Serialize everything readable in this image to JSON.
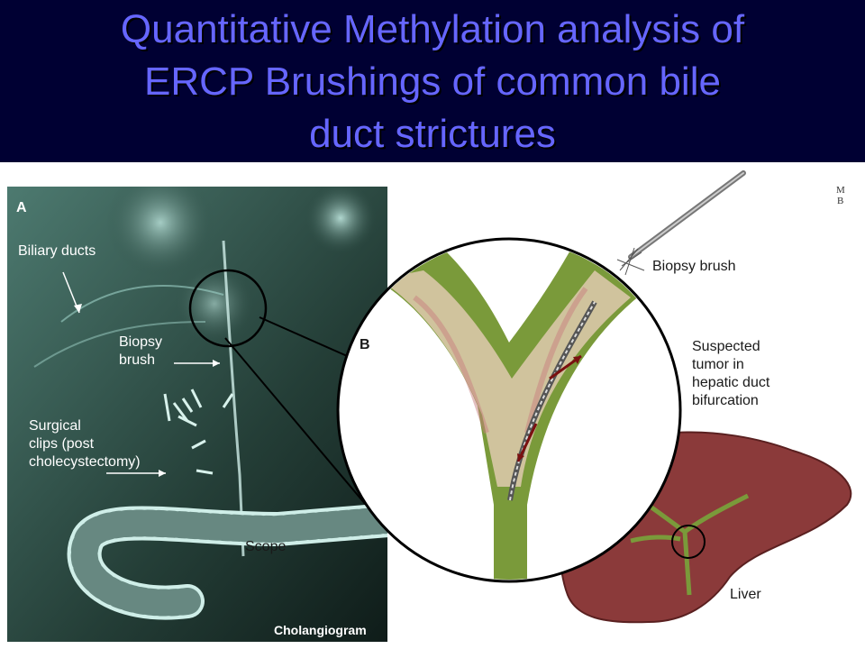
{
  "title": {
    "lines": [
      "Quantitative Methylation analysis of",
      "ERCP Brushings of common bile",
      "duct strictures"
    ]
  },
  "colors": {
    "header_bg": "#000033",
    "title_text": "#6666ff",
    "xray_bg": "#2b4a42",
    "liver": "#8b3a3a",
    "duct_green": "#7a9a3a"
  },
  "panel_a": {
    "panel_label": "A",
    "labels": {
      "biliary_ducts": "Biliary ducts",
      "biopsy_brush_1": "Biopsy",
      "biopsy_brush_2": "brush",
      "surgical_clips_1": "Surgical",
      "surgical_clips_2": "clips (post",
      "surgical_clips_3": "cholecystectomy)",
      "scope": "Scope",
      "caption": "Cholangiogram"
    }
  },
  "panel_b": {
    "panel_label": "B",
    "labels": {
      "biopsy_brush": "Biopsy brush",
      "tumor_1": "Suspected",
      "tumor_2": "tumor in",
      "tumor_3": "hepatic duct",
      "tumor_4": "bifurcation",
      "liver": "Liver"
    }
  },
  "logo_icon": "mb-logo-icon"
}
